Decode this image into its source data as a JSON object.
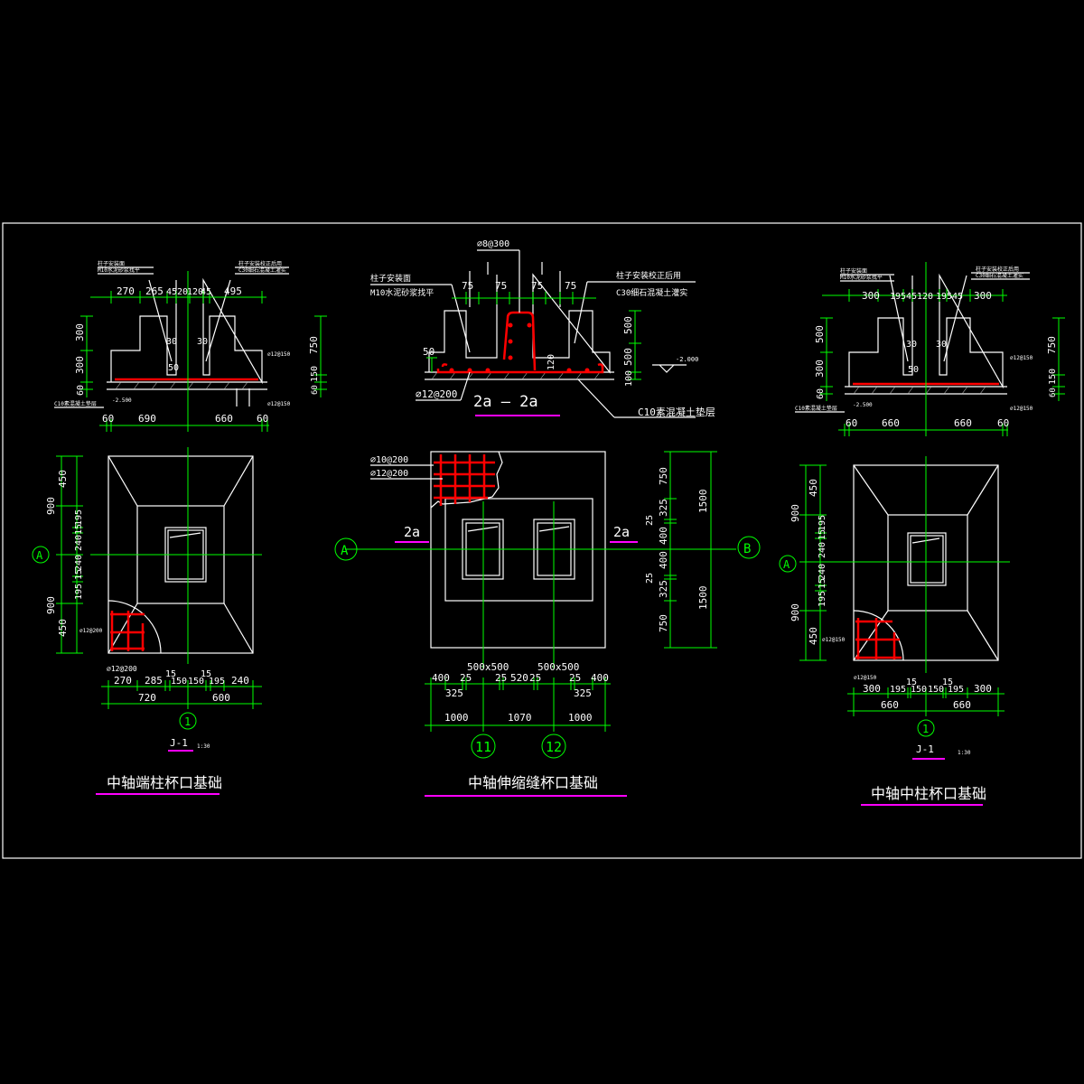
{
  "left_drawing": {
    "title": "中轴端柱杯口基础",
    "tag": "J-1",
    "scale": "1:30",
    "section": {
      "top_dims": [
        "270",
        "265",
        "45",
        "20",
        "120",
        "45",
        "495"
      ],
      "bottom_dims": [
        "60",
        "690",
        "660",
        "60"
      ],
      "left_dims": [
        "300",
        "300",
        "60"
      ],
      "right_dims": [
        "750",
        "150",
        "60"
      ],
      "inner_dims": [
        "30",
        "30",
        "50"
      ],
      "notes": [
        "柱子安装面",
        "M10水泥砂浆找平",
        "柱子安装校正后用",
        "C30细石混凝土灌实",
        "C10素混凝土垫层",
        "-2.500",
        "∅12@150",
        "∅12@150"
      ]
    },
    "plan": {
      "left_dims": [
        "450",
        "900",
        "195",
        "15",
        "240",
        "240",
        "15",
        "195",
        "900",
        "450"
      ],
      "bottom_dims_1": [
        "270",
        "285",
        "15",
        "150",
        "150",
        "15",
        "195",
        "240"
      ],
      "bottom_dims_2": [
        "720",
        "600"
      ],
      "axis_row": "A",
      "axis_col": "1",
      "rebar_notes": [
        "∅12@200",
        "∅12@200"
      ]
    }
  },
  "middle_drawing": {
    "title": "中轴伸缩缝杯口基础",
    "section_label": "2a — 2a",
    "section": {
      "rebar_top": "∅8@300",
      "notes": [
        "柱子安装面",
        "M10水泥砂浆找平",
        "柱子安装校正后用",
        "C30细石混凝土灌实",
        "C10素混凝土垫层",
        "-2.000",
        "∅12@200"
      ],
      "dims_75": [
        "75",
        "75",
        "75",
        "75"
      ],
      "dim_50": "50",
      "dim_120": "120",
      "right_dims": [
        "500",
        "500",
        "100"
      ]
    },
    "plan": {
      "rebar_notes": [
        "∅10@200",
        "∅12@200"
      ],
      "section_marks": [
        "2a",
        "2a"
      ],
      "right_dims_1": [
        "750",
        "325",
        "25",
        "400",
        "400",
        "25",
        "325",
        "750"
      ],
      "right_dims_2": [
        "1500",
        "1500"
      ],
      "col_labels": [
        "500x500",
        "500x500"
      ],
      "bottom_dims_1": [
        "400",
        "25",
        "25",
        "520",
        "25",
        "25",
        "400"
      ],
      "bottom_dims_325": [
        "325",
        "325"
      ],
      "bottom_dims_2": [
        "1000",
        "1070",
        "1000"
      ],
      "axis_rows": [
        "A",
        "B"
      ],
      "axis_cols": [
        "11",
        "12"
      ]
    }
  },
  "right_drawing": {
    "title": "中轴中柱杯口基础",
    "tag": "J-1",
    "scale": "1:30",
    "section": {
      "top_dims": [
        "300",
        "195",
        "45",
        "120",
        "195",
        "45",
        "300"
      ],
      "bottom_dims": [
        "60",
        "660",
        "660",
        "60"
      ],
      "left_dims": [
        "500",
        "300",
        "60"
      ],
      "right_dims": [
        "750",
        "150",
        "60"
      ],
      "inner_dims": [
        "30",
        "30",
        "50"
      ],
      "notes": [
        "柱子安装面",
        "M10水泥砂浆找平",
        "柱子安装校正后用",
        "C30细石混凝土灌实",
        "C10素混凝土垫层",
        "-2.500",
        "∅12@150",
        "∅12@150"
      ]
    },
    "plan": {
      "left_dims": [
        "450",
        "900",
        "195",
        "15",
        "240",
        "240",
        "15",
        "195",
        "900",
        "450"
      ],
      "bottom_dims_1": [
        "300",
        "195",
        "15",
        "150",
        "150",
        "15",
        "195",
        "300"
      ],
      "bottom_dims_2": [
        "660",
        "660"
      ],
      "axis_row": "A",
      "axis_col": "1",
      "rebar_notes": [
        "∅12@150",
        "∅12@150"
      ]
    }
  },
  "colors": {
    "background": "#000000",
    "outline": "#ffffff",
    "dimension": "#00ff00",
    "rebar": "#ff0000",
    "title_underline": "#ff00ff"
  }
}
